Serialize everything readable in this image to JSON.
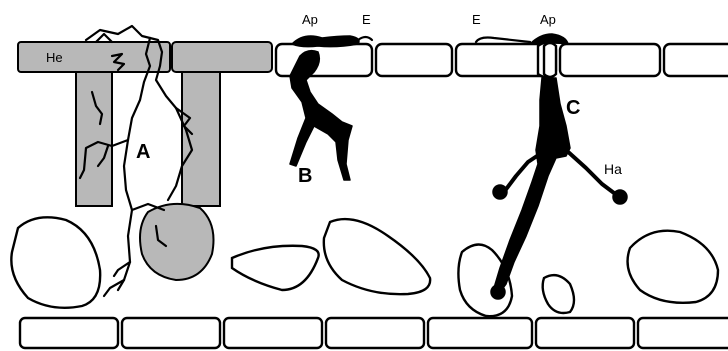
{
  "labels": {
    "he": "He",
    "ap_left": "Ap",
    "e_left": "E",
    "e_right": "E",
    "ap_right": "Ap",
    "a": "A",
    "b": "B",
    "c": "C",
    "ha": "Ha"
  },
  "colors": {
    "host_tissue_gray": "#b8b8b8",
    "fungal_structure": "#000000",
    "cell_outline": "#000000",
    "background": "#ffffff"
  }
}
